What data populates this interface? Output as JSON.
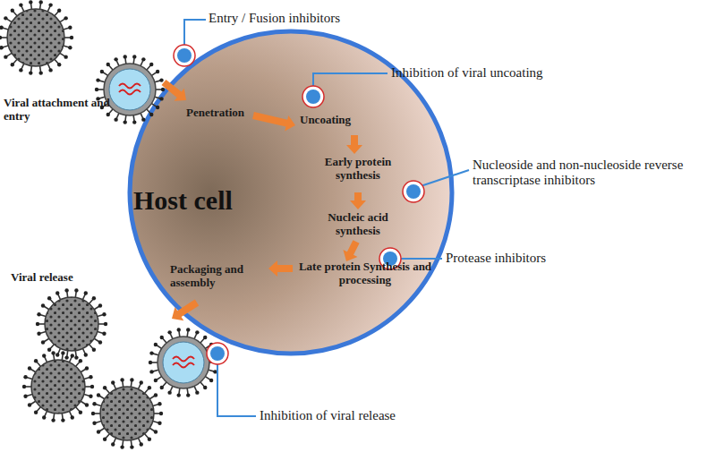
{
  "diagram": {
    "nodes": [
      {
        "text": [
          "Host cell"
        ]
      }
    ],
    "labels": [
      "Entry / Fusion inhibitors",
      "Viral attachment and entry",
      "Penetration",
      "Uncoating",
      "Inhibition of viral uncoating",
      "Early protein synthesis",
      "Nucleoside and non-nucleoside reverse transcriptase inhibitors",
      "Nucleic acid synthesis",
      "Protease inhibitors",
      "Late protein Synthesis and processing",
      "Packaging and assembly",
      "Viral release",
      "Inhibition of viral release"
    ]
  }
}
